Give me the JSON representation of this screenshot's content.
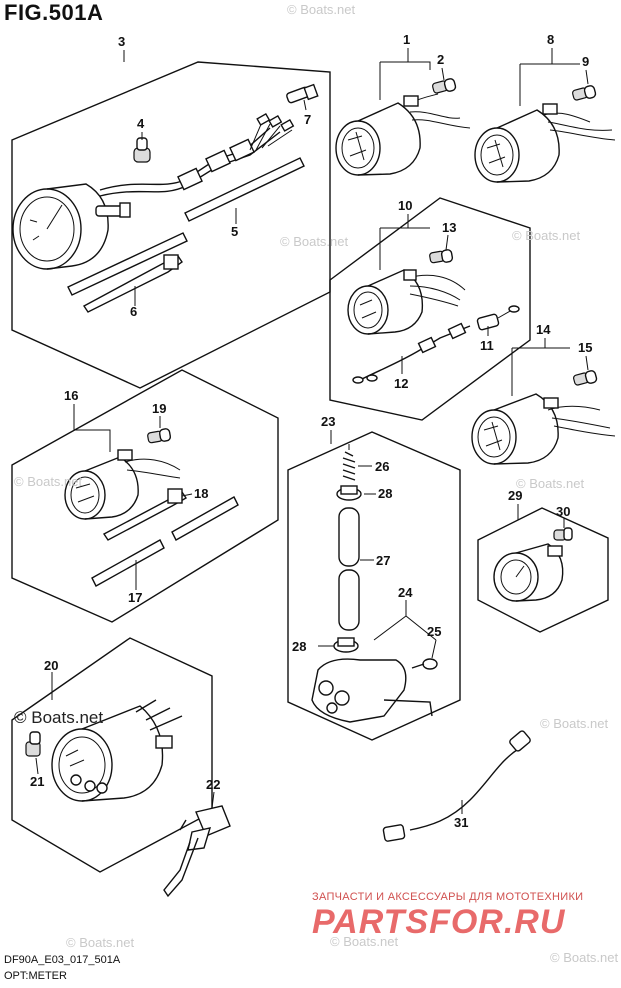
{
  "figure": {
    "title": "FIG.501A",
    "code": "DF90A_E03_017_501A",
    "caption": "OPT:METER"
  },
  "watermarks": {
    "boats": "© Boats.net",
    "boats_dark": "© Boats.net"
  },
  "branding": {
    "tagline": "ЗАПЧАСТИ И АКСЕССУАРЫ ДЛЯ МОТОТЕХНИКИ",
    "logo": "PARTSFOR.RU"
  },
  "callouts": {
    "c1": "1",
    "c2": "2",
    "c3": "3",
    "c4": "4",
    "c5": "5",
    "c6": "6",
    "c7": "7",
    "c8": "8",
    "c9": "9",
    "c10": "10",
    "c11": "11",
    "c12": "12",
    "c13": "13",
    "c14": "14",
    "c15": "15",
    "c16": "16",
    "c17": "17",
    "c18": "18",
    "c19": "19",
    "c20": "20",
    "c21": "21",
    "c22": "22",
    "c23": "23",
    "c24": "24",
    "c25": "25",
    "c26": "26",
    "c27": "27",
    "c28a": "28",
    "c28b": "28",
    "c29": "29",
    "c30": "30",
    "c31": "31"
  }
}
